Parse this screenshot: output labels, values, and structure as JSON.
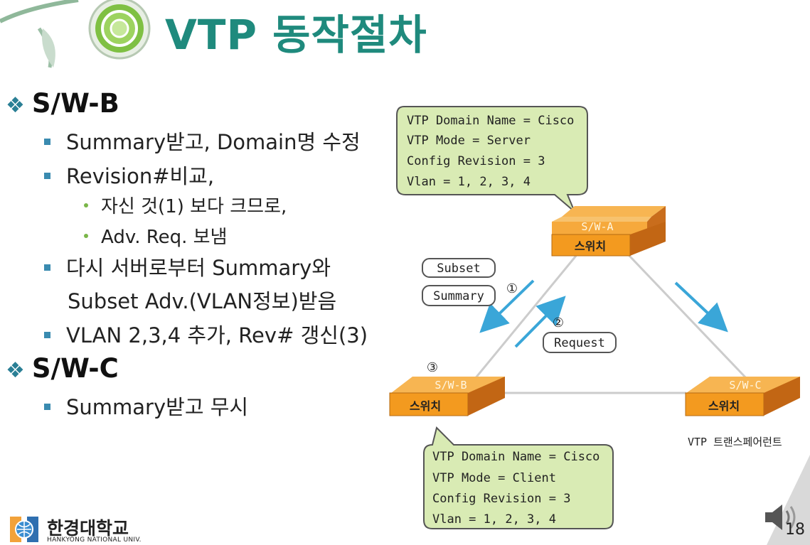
{
  "header": {
    "title": "VTP 동작절차"
  },
  "bullets": {
    "swb": {
      "heading": "S/W-B",
      "items": [
        "Summary받고, Domain명 수정",
        "Revision#비교,",
        "자신 것(1) 보다 크므로,",
        "Adv. Req. 보냄",
        "다시 서버로부터 Summary와",
        "Subset Adv.(VLAN정보)받음",
        "VLAN 2,3,4 추가, Rev# 갱신(3)"
      ]
    },
    "swc": {
      "heading": "S/W-C",
      "items": [
        "Summary받고 무시"
      ]
    }
  },
  "diagram": {
    "server_bubble": [
      "VTP Domain Name = Cisco",
      "VTP Mode = Server",
      "Config Revision = 3",
      "Vlan = 1, 2, 3, 4"
    ],
    "client_bubble": [
      "VTP Domain Name = Cisco",
      "VTP Mode = Client",
      "Config Revision = 3",
      "Vlan = 1, 2, 3, 4"
    ],
    "switch_a": {
      "top": "S/W-A",
      "front": "스위치"
    },
    "switch_b": {
      "top": "S/W-B",
      "front": "스위치"
    },
    "switch_c": {
      "top": "S/W-C",
      "front": "스위치"
    },
    "labels": {
      "subset": "Subset",
      "summary": "Summary",
      "request": "Request",
      "step1": "①",
      "step2": "②",
      "step3": "③",
      "transparent": "VTP 트랜스페어런트"
    }
  },
  "footer": {
    "logo_kr": "한경대학교",
    "logo_en": "HANKYONG NATIONAL UNIV.",
    "page": "18"
  }
}
